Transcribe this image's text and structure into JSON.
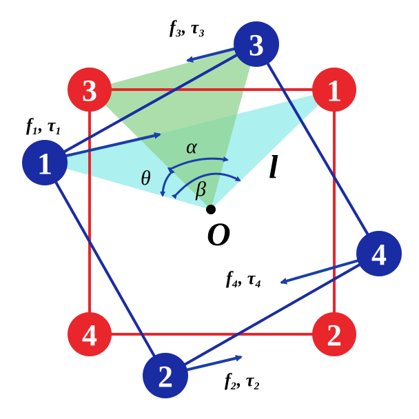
{
  "colors": {
    "red_square": "#e8262b",
    "blue_square": "#1a2ca3",
    "force_arrow": "#1a3fa8",
    "cyan_region": "#7fe8e6",
    "green_region": "#8fd38f"
  },
  "red_nodes": [
    {
      "label": "3"
    },
    {
      "label": "1"
    },
    {
      "label": "2"
    },
    {
      "label": "4"
    }
  ],
  "blue_nodes": [
    {
      "label": "3"
    },
    {
      "label": "4"
    },
    {
      "label": "2"
    },
    {
      "label": "1"
    }
  ],
  "forces": {
    "f1": "f₁, τ₁",
    "f2": "f₂, τ₂",
    "f3": "f₃, τ₃",
    "f4": "f₄, τ₄"
  },
  "angles": {
    "alpha": "α",
    "beta": "β",
    "theta": "θ"
  },
  "labels": {
    "length": "l",
    "origin": "O"
  }
}
